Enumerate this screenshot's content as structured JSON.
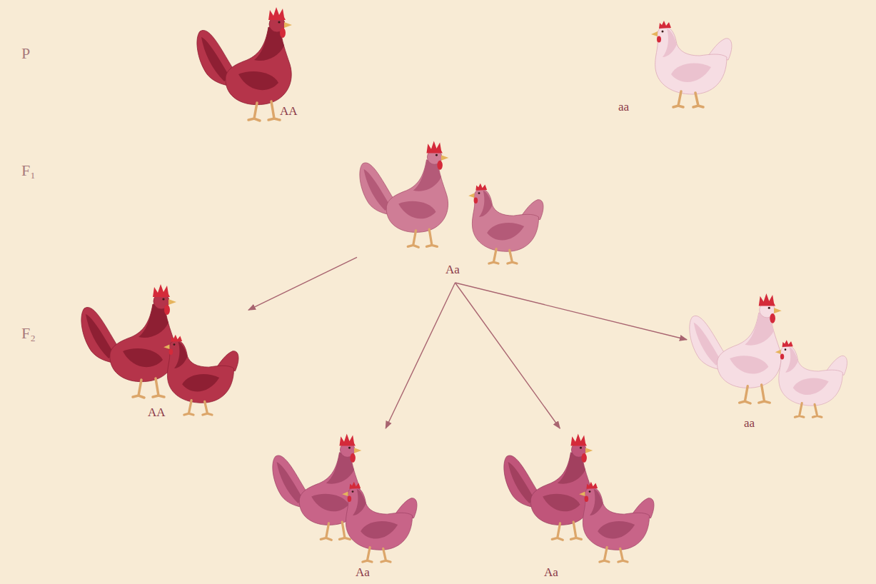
{
  "diagram": {
    "nodes": [
      {
        "text": [
          "AA"
        ]
      },
      {
        "text": [
          "aa"
        ]
      },
      {
        "text": [
          "Aa"
        ]
      },
      {
        "text": [
          "AA"
        ]
      },
      {
        "text": [
          "aa"
        ]
      },
      {
        "text": [
          "Aa"
        ]
      },
      {
        "text": [
          "Aa"
        ]
      }
    ],
    "edges": [
      {
        "from": 2,
        "to": 3,
        "arrow": "to"
      },
      {
        "from": 2,
        "to": 4,
        "arrow": "to"
      },
      {
        "from": 2,
        "to": 5,
        "arrow": "to"
      },
      {
        "from": 2,
        "to": 6,
        "arrow": "to"
      }
    ],
    "labels": [
      "P",
      "F₁",
      "F₂"
    ]
  }
}
